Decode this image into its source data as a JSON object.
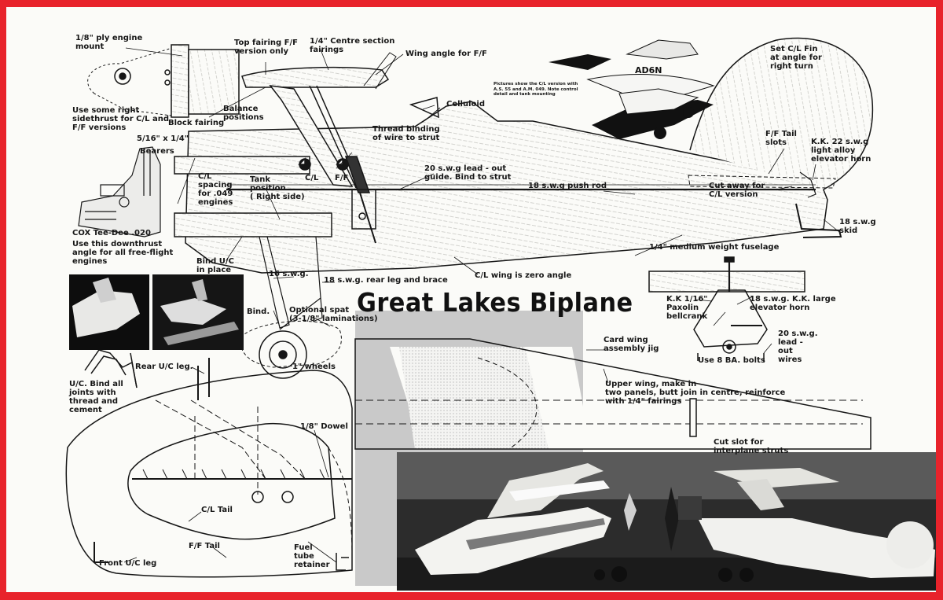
{
  "title": "Great Lakes Biplane",
  "photo_caption": "Pictures show the C/L version with\nA.S. 55 and A.M. 049.  Note control\ndetail and tank mounting",
  "labels": {
    "ply_mount": "1/8\" ply engine\nmount",
    "top_fairing": "Top fairing F/F\nversion only",
    "centre_fairings": "1/4\" Centre section\nfairings",
    "wing_angle": "Wing angle for F/F",
    "celluloid": "Celluloid",
    "fin": "Set C/L Fin\nat angle for\nright turn",
    "sidethrust": "Use some right\nsidethrust for C/L and\nF/F versions",
    "block_fairing": "Block fairing",
    "balance": "Balance\npositions",
    "bearers_size": "5/16\" x 1/4\"",
    "bearers": "Bearers",
    "thread_binding": "Thread binding\nof wire to strut",
    "ff_tail_slots": "F/F Tail\nslots",
    "elevator_horn": "K.K. 22 s.w.g\nlight alloy\nelevator horn",
    "cl_spacing": "C/L\nspacing\nfor .049\nengines",
    "tank_position": "Tank\nposition\n( Right side)",
    "cl_mark": "C/L",
    "ff_mark": "F/F",
    "leadout_guide": "20 s.w.g lead - out\nguide. Bind to strut",
    "push_rod": "18 s.w.g  push rod",
    "cut_away": "Cut away for\nC/L version",
    "skid": "18 s.w.g\nskid",
    "cox": "COX  Tee-Dee  .020",
    "downthrust": "Use this downthrust\nangle for all free-flight\nengines",
    "fuselage": "1/4\" medium weight fuselage",
    "bind_uc": "Bind U/C\nin place",
    "swg16": "16 s.w.g.",
    "rear_leg": "18 s.w.g. rear leg and brace",
    "zero_angle": "C/L wing is zero angle",
    "kk_paxolin": "K.K  1/16\"\nPaxolin\nbellcrank",
    "large_horn": "18 s.w.g. K.K. large\nelevator horn",
    "bind": "Bind.",
    "spat": "Optional spat\n(3-1/8\" laminations)",
    "leadout_wires": "20 s.w.g.\nlead -\nout\nwires",
    "ba_bolts": "Use 8 BA. bolts",
    "card_jig": "Card wing\nassembly jig",
    "rear_uc": "Rear U/C leg.",
    "wheels": "1\" wheels",
    "uc_bind": "U/C. Bind all\njoints with\nthread and\ncement",
    "upper_wing": "Upper wing, make in\ntwo panels, butt join in centre, reinforce\nwith 1/4\" fairings",
    "dowel": "1/8\" Dowel",
    "cut_slot": "Cut slot for\ninterplane struts",
    "cl_tail": "C/L Tail",
    "ff_tail": "F/F Tail",
    "front_uc": "Front U/C leg",
    "fuel_tube": "Fuel\ntube\nretainer"
  },
  "colors": {
    "border": "#e8232b",
    "paper": "#fbfbf8",
    "ink": "#161616"
  }
}
